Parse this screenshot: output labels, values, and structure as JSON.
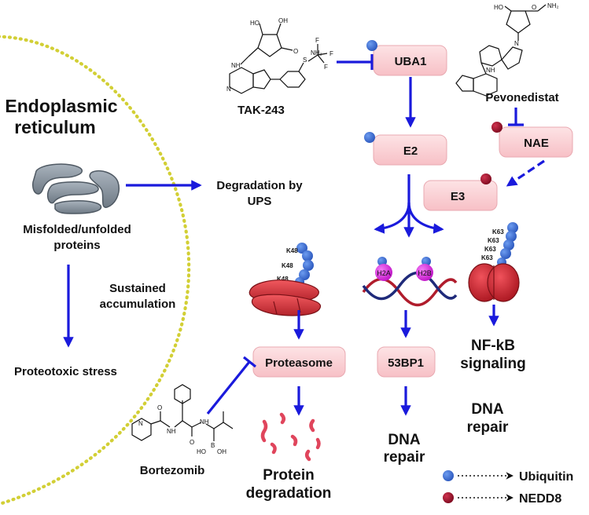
{
  "er_title_1": "Endoplasmic",
  "er_title_2": "reticulum",
  "misfolded_1": "Misfolded/unfolded",
  "misfolded_2": "proteins",
  "sustained_1": "Sustained",
  "sustained_2": "accumulation",
  "proteotoxic": "Proteotoxic stress",
  "degradation_1": "Degradation by",
  "degradation_2": "UPS",
  "tak243": "TAK-243",
  "pevonedistat": "Pevonedistat",
  "bortezomib": "Bortezomib",
  "uba1": "UBA1",
  "e2": "E2",
  "nae": "NAE",
  "e3": "E3",
  "proteasome": "Proteasome",
  "bp53": "53BP1",
  "k48": "K48",
  "k63": "K63",
  "h2a": "H2A",
  "h2b": "H2B",
  "protein_deg_1": "Protein",
  "protein_deg_2": "degradation",
  "dna_1": "DNA",
  "dna_2": "repair",
  "nfkb_1": "NF-kB",
  "nfkb_2": "signaling",
  "legend_ubiquitin": "Ubiquitin",
  "legend_nedd8": "NEDD8",
  "chem_nh": "NH",
  "chem_oh": "OH",
  "chem_ho": "HO",
  "chem_nh2": "NH₂",
  "chem_f": "F",
  "chem_s": "S",
  "chem_n": "N",
  "chem_o": "O",
  "chem_b": "B",
  "colors": {
    "arrow": "#1a1adc",
    "box_fill": "#fbd3d6",
    "ubiquitin": "#3a6fd8",
    "nedd8": "#a4102b",
    "er_border": "#d2cf35",
    "proteasome": "#d4343b",
    "histone": "#e030e6",
    "fragment": "#e0455c"
  }
}
